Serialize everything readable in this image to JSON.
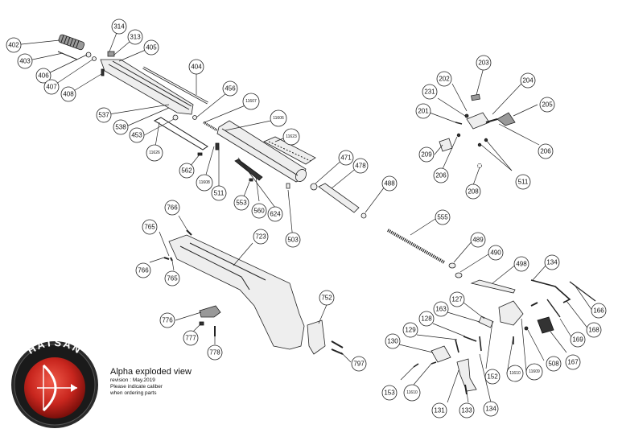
{
  "title": "Alpha exploded view",
  "revision": "revision : May.2019",
  "note_line1": "Please indicate caliber",
  "note_line2": "when ordering parts",
  "brand": "HATSAN",
  "colors": {
    "logo_red": "#c8261e",
    "logo_dark": "#1a1a1a",
    "line": "#222222"
  },
  "parts": [
    "402",
    "403",
    "406",
    "407",
    "408",
    "314",
    "313",
    "405",
    "404",
    "456",
    "11607",
    "11606",
    "11623",
    "537",
    "538",
    "453",
    "11626",
    "562",
    "11608",
    "511",
    "553",
    "560",
    "624",
    "503",
    "471",
    "478",
    "488",
    "555",
    "489",
    "490",
    "498",
    "134",
    "166",
    "168",
    "169",
    "167",
    "508",
    "11609",
    "11610",
    "152",
    "127",
    "163",
    "128",
    "129",
    "130",
    "153",
    "11610",
    "131",
    "133",
    "134",
    "766",
    "765",
    "766",
    "765",
    "723",
    "752",
    "797",
    "776",
    "777",
    "778",
    "203",
    "202",
    "231",
    "204",
    "205",
    "201",
    "209",
    "206",
    "206",
    "208",
    "511"
  ]
}
